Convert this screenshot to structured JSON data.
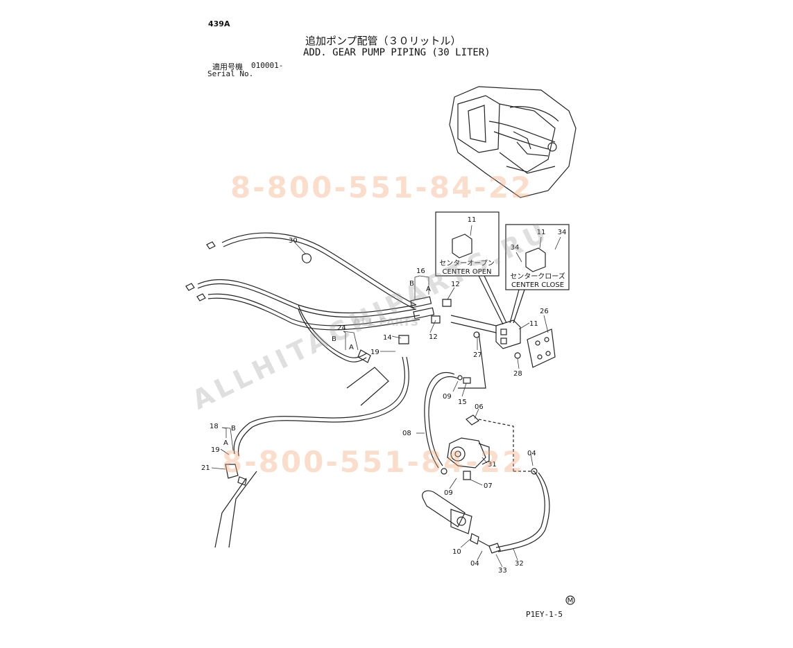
{
  "header": {
    "page_number": "439A",
    "title_jp": "追加ポンプ配管（３０リットル）",
    "title_en": "ADD. GEAR PUMP PIPING (30 LITER)",
    "serial_label_jp": "適用号機",
    "serial_value": "010001-",
    "serial_label_en": "Serial No."
  },
  "footer": {
    "drawing_code": "P1EY-1-5",
    "mark": "M"
  },
  "watermarks": {
    "phone": "8-800-551-84-22",
    "site": "ALLHITACHIPARTS.RU",
    "logo_text": "ALL PARTS"
  },
  "insets": {
    "center_open": {
      "jp": "センターオープン",
      "en": "CENTER OPEN",
      "part": "11"
    },
    "center_close": {
      "jp": "センタークローズ",
      "en": "CENTER CLOSE",
      "parts": [
        "11",
        "34",
        "34"
      ]
    }
  },
  "callouts": [
    {
      "id": "c30",
      "text": "30"
    },
    {
      "id": "c16",
      "text": "16"
    },
    {
      "id": "cB1",
      "text": "B"
    },
    {
      "id": "cA1",
      "text": "A"
    },
    {
      "id": "c12a",
      "text": "12"
    },
    {
      "id": "c12b",
      "text": "12"
    },
    {
      "id": "c24",
      "text": "24"
    },
    {
      "id": "cB2",
      "text": "B"
    },
    {
      "id": "cA2",
      "text": "A"
    },
    {
      "id": "c14",
      "text": "14"
    },
    {
      "id": "c19a",
      "text": "19"
    },
    {
      "id": "c11",
      "text": "11"
    },
    {
      "id": "c26",
      "text": "26"
    },
    {
      "id": "c27",
      "text": "27"
    },
    {
      "id": "c28",
      "text": "28"
    },
    {
      "id": "c09a",
      "text": "09"
    },
    {
      "id": "c15",
      "text": "15"
    },
    {
      "id": "c06",
      "text": "06"
    },
    {
      "id": "c08",
      "text": "08"
    },
    {
      "id": "c18",
      "text": "18"
    },
    {
      "id": "cB3",
      "text": "B"
    },
    {
      "id": "cA3",
      "text": "A"
    },
    {
      "id": "c19b",
      "text": "19"
    },
    {
      "id": "c21",
      "text": "21"
    },
    {
      "id": "c31",
      "text": "31"
    },
    {
      "id": "c04a",
      "text": "04"
    },
    {
      "id": "c09b",
      "text": "09"
    },
    {
      "id": "c07",
      "text": "07"
    },
    {
      "id": "c10",
      "text": "10"
    },
    {
      "id": "c04b",
      "text": "04"
    },
    {
      "id": "c33",
      "text": "33"
    },
    {
      "id": "c32",
      "text": "32"
    }
  ]
}
